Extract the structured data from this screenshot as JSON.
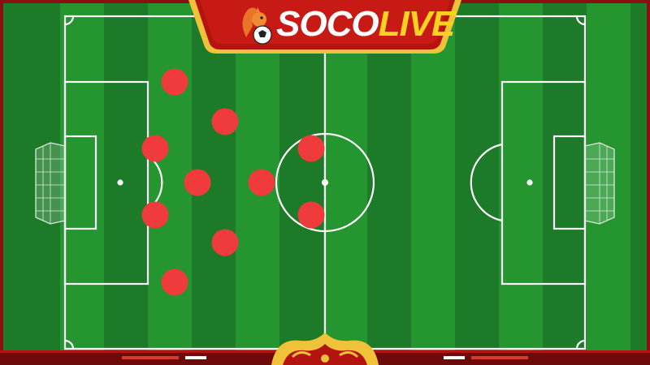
{
  "brand": {
    "name_part1": "SOCO",
    "name_part2": "LIVE",
    "mascot": "squirrel-with-football-icon"
  },
  "colors": {
    "pitch_dark": "#1c7a28",
    "pitch_light": "#24952f",
    "lines": "#ffffff",
    "player": "#ef3b3b",
    "frame": "#8a0f0f",
    "banner": "#b3140f",
    "banner_trim": "#f0c23a",
    "logo_accent": "#ffd21f"
  },
  "formation": {
    "team_color": "#ef3b3b",
    "players": [
      {
        "role": "player-1"
      },
      {
        "role": "player-2"
      },
      {
        "role": "player-3"
      },
      {
        "role": "player-4"
      },
      {
        "role": "player-5"
      },
      {
        "role": "player-6"
      },
      {
        "role": "player-7"
      },
      {
        "role": "player-8"
      },
      {
        "role": "player-9"
      },
      {
        "role": "player-10"
      }
    ]
  }
}
